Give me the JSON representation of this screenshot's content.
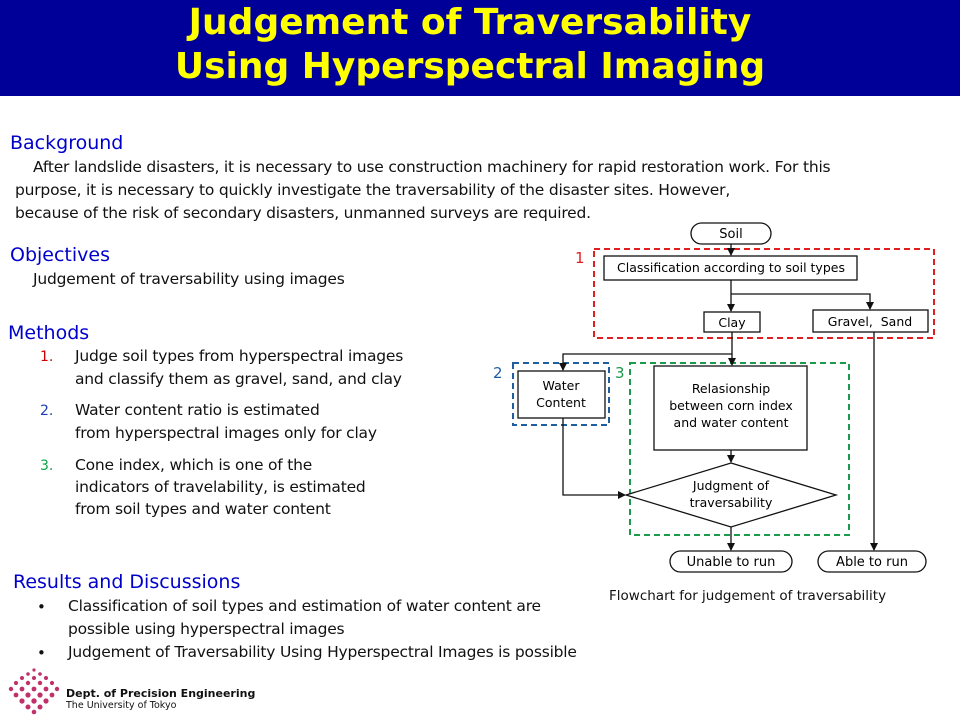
{
  "title": {
    "line1": "Judgement of Traversability",
    "line2": "Using Hyperspectral Imaging"
  },
  "background": {
    "heading": "Background",
    "lines": [
      "After landslide disasters, it is necessary to use construction machinery for rapid restoration work. For this",
      "purpose, it is necessary to quickly investigate the traversability of the disaster sites. However,",
      "because of the risk of secondary disasters, unmanned surveys are required."
    ]
  },
  "objectives": {
    "heading": "Objectives",
    "text": "Judgement of traversability using images"
  },
  "methods": {
    "heading": "Methods",
    "items": [
      {
        "num": "1.",
        "lines": [
          "Judge soil types from hyperspectral images",
          "and classify them as gravel, sand, and clay"
        ]
      },
      {
        "num": "2.",
        "lines": [
          "Water content ratio is estimated",
          "from hyperspectral images only for clay"
        ]
      },
      {
        "num": "3.",
        "lines": [
          "Cone index, which is one of the",
          "indicators of travelability, is estimated",
          "from soil types and water content"
        ]
      }
    ]
  },
  "results": {
    "heading": "Results and Discussions",
    "bullet_symbol": "•",
    "items": [
      {
        "lines": [
          "Classification of soil types and estimation of water content are",
          "possible using hyperspectral images"
        ]
      },
      {
        "lines": [
          "Judgement of Traversability Using Hyperspectral Images is possible"
        ]
      }
    ]
  },
  "flowchart": {
    "soil": "Soil",
    "classification": "Classification according to soil types",
    "clay": "Clay",
    "gravel_sand": "Gravel,  Sand",
    "water_content": [
      "Water",
      "Content"
    ],
    "relationship": [
      "Relasionship",
      "between corn index",
      "and water content"
    ],
    "judgment": [
      "Judgment of",
      "traversability"
    ],
    "unable": "Unable to run",
    "able": "Able to run",
    "label_1": "1",
    "label_2": "2",
    "label_3": "3",
    "caption": "Flowchart for judgement of traversability",
    "colors": {
      "region1": "#e02020",
      "region2": "#1f5fa0",
      "region3": "#1a9a4a"
    }
  },
  "logo": {
    "line1": "Dept. of Precision Engineering",
    "line2": "The University of Tokyo",
    "color": "#c0306a"
  }
}
